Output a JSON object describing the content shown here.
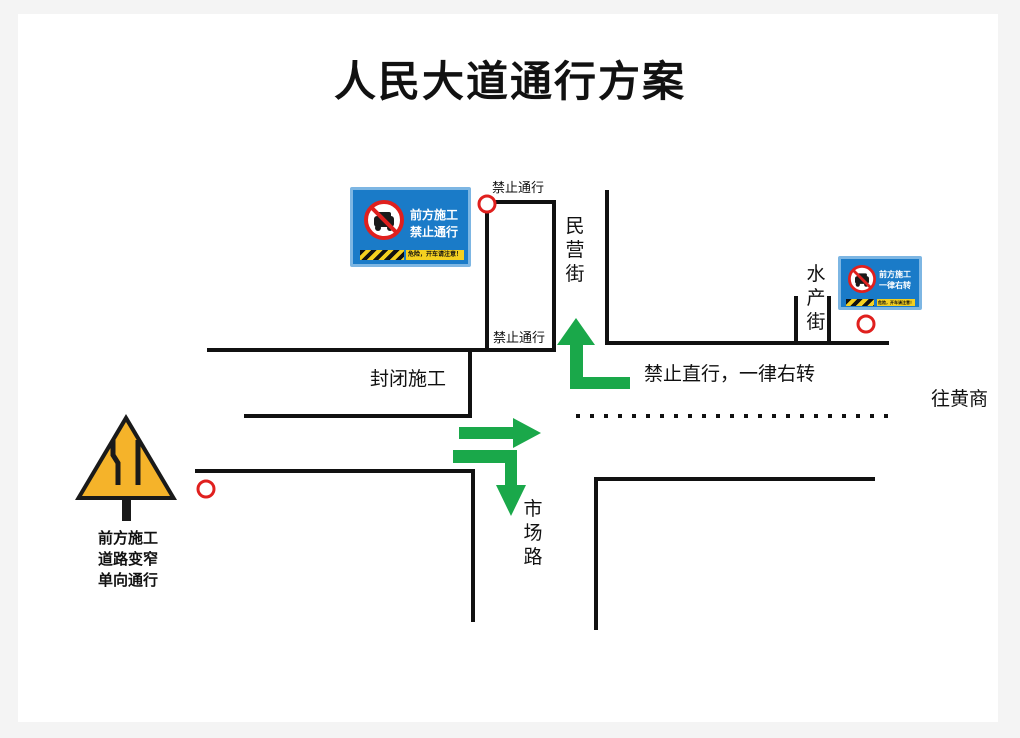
{
  "title": "人民大道通行方案",
  "labels": {
    "closed": "封闭施工",
    "no_entry_top": "禁止通行",
    "no_entry_inner": "禁止通行",
    "turn_rule": "禁止直行，一律右转",
    "to_huangshang": "往黄商",
    "minying_street": "民营街",
    "shuichan_street": "水产街",
    "shichang_road": "市场路"
  },
  "sign_large": {
    "line1": "前方施工",
    "line2": "禁止通行",
    "note": "危险，开车请注意！"
  },
  "sign_small": {
    "line1": "前方施工",
    "line2": "一律右转",
    "note": "危险，开车请注意！"
  },
  "warning_sign": {
    "text": "前方施工\n道路变窄\n单向通行"
  },
  "colors": {
    "road_line": "#111111",
    "arrow": "#1aa84a",
    "marker": "#e0201e",
    "sign_blue": "#1a7bc8",
    "warning_yellow": "#f5b32a"
  }
}
